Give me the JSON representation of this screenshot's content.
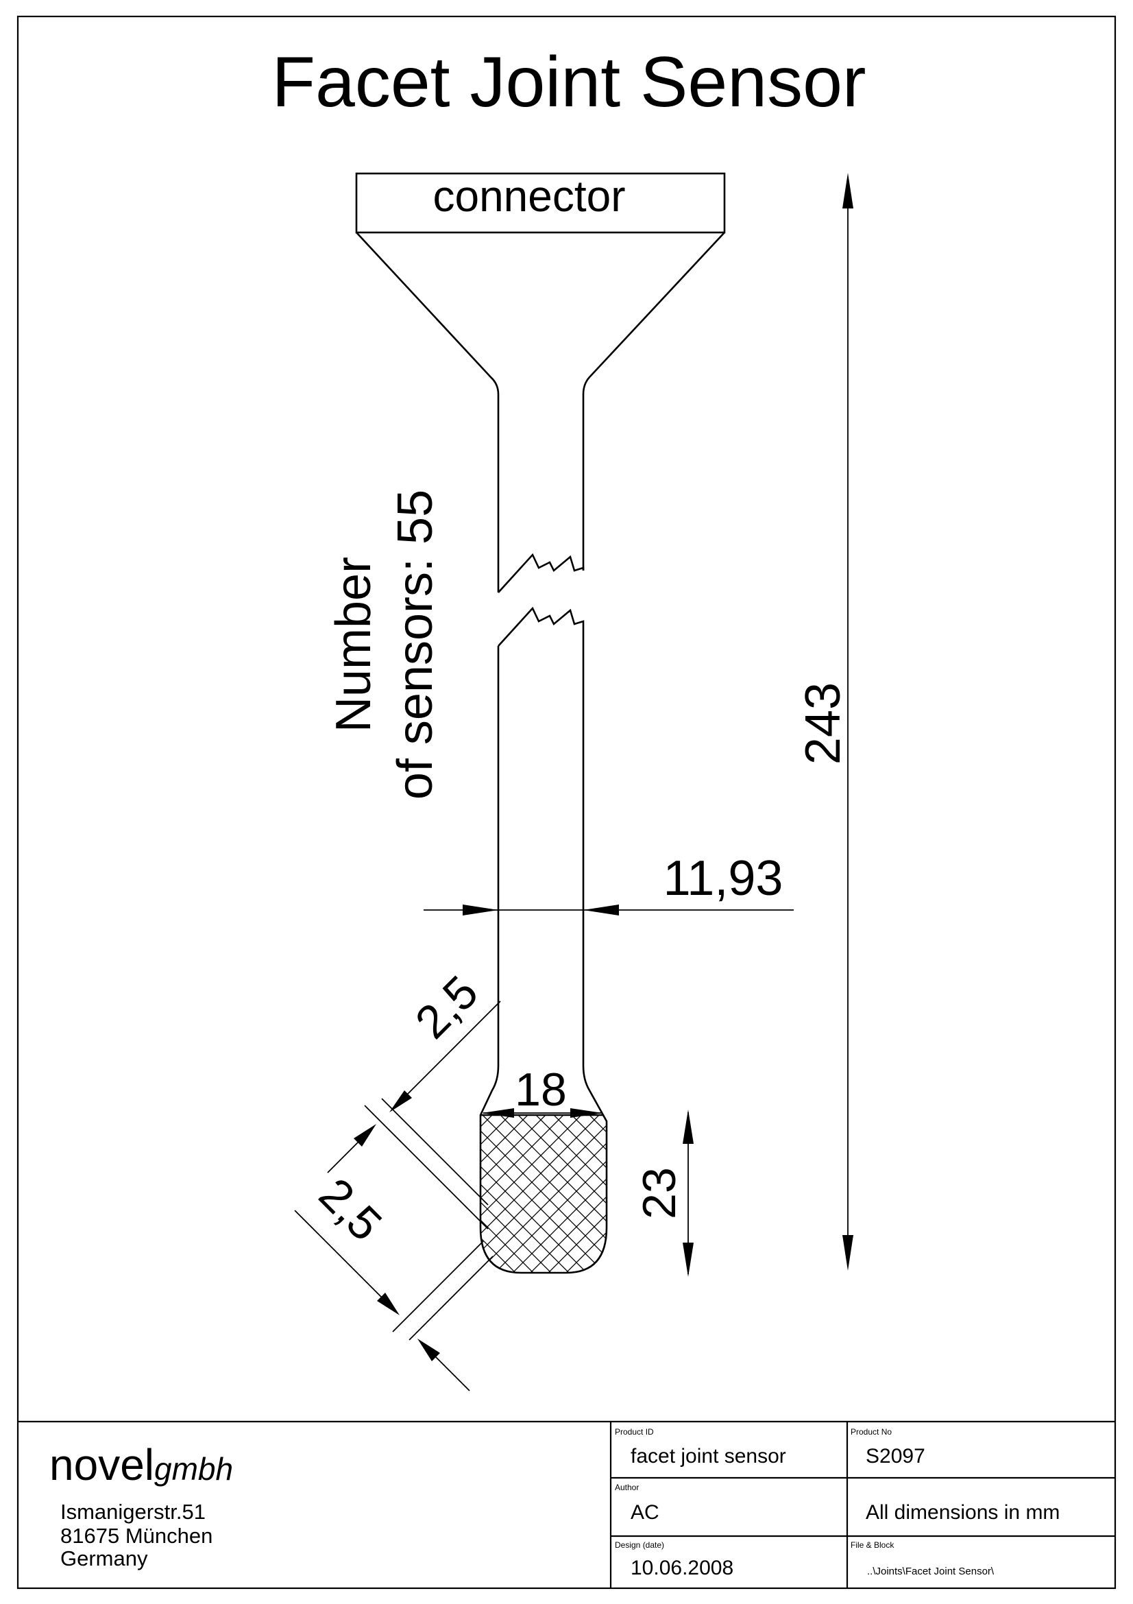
{
  "drawing": {
    "title": "Facet Joint Sensor",
    "connector_label": "connector",
    "sensor_count_line1": "Number",
    "sensor_count_line2": "of sensors: 55",
    "dim_total_length": "243",
    "dim_strip_width": "11,93",
    "dim_offset_upper": "2,5",
    "dim_offset_lower": "2,5",
    "dim_pad_width": "18",
    "dim_pad_height": "23"
  },
  "title_block": {
    "company_name": "novel",
    "company_suffix": "gmbh",
    "address_street": "Ismanigerstr.51",
    "address_city": "81675 München",
    "address_country": "Germany",
    "product_id_label": "Product ID",
    "product_id_value": "facet joint sensor",
    "product_no_label": "Product No",
    "product_no_value": "S2097",
    "author_label": "Author",
    "author_value": "AC",
    "dimensions_note": "All dimensions in mm",
    "design_date_label": "Design (date)",
    "design_date_value": "10.06.2008",
    "file_block_label": "File & Block",
    "file_block_value": "..\\Joints\\Facet Joint Sensor\\"
  }
}
